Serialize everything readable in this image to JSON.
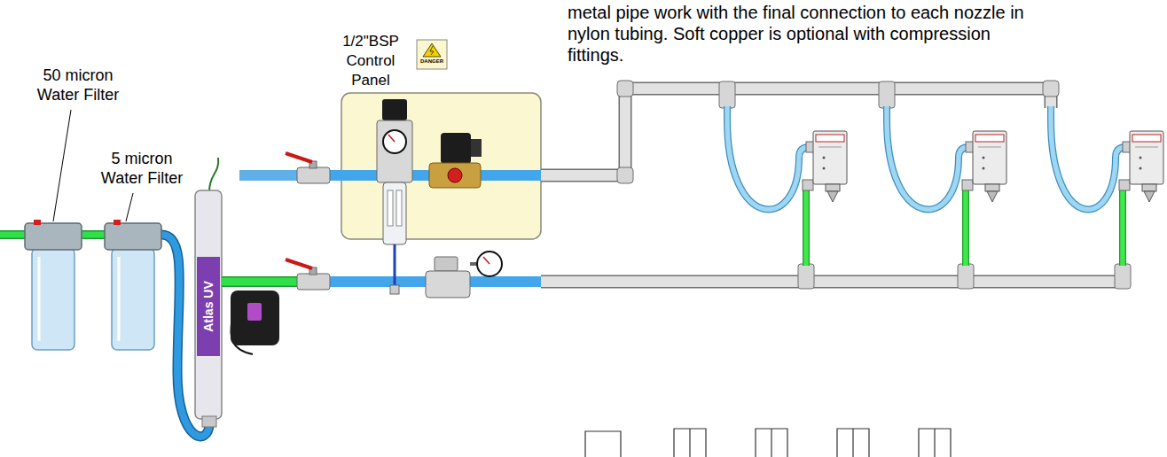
{
  "diagram": {
    "labels": [
      "metal pipe work with the final connection to each nozzle in nylon tubing. Soft copper is optional with compression fittings.",
      "1/2\"BSP Control Panel",
      "DANGER",
      "50 micron Water Filter",
      "5 micron Water Filter",
      "Atlas UV"
    ]
  }
}
